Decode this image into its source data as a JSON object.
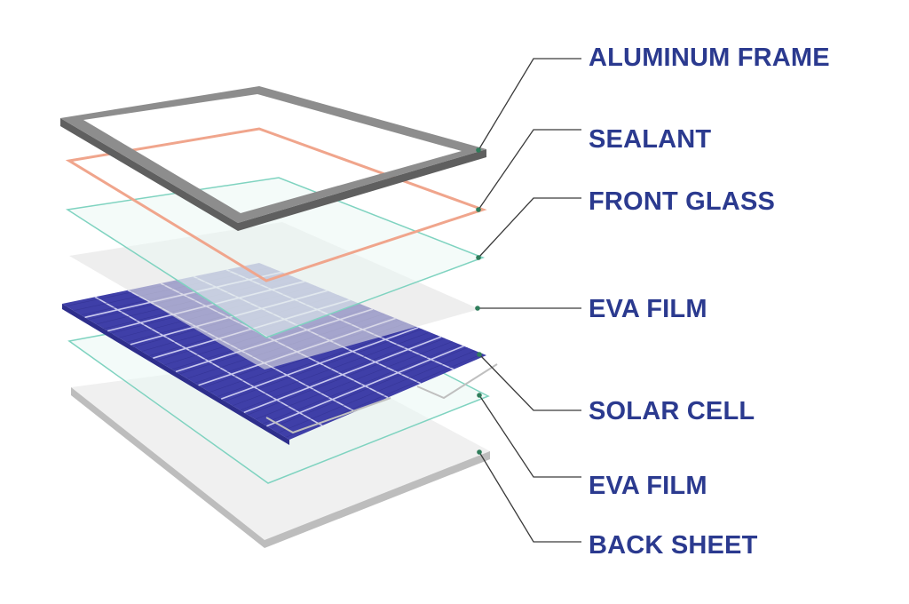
{
  "colors": {
    "label_text": "#2b3a8f",
    "leader_line": "#3a3a3a",
    "leader_dot": "#2f7d5b",
    "frame_top": "#8d8d8d",
    "frame_side": "#5f5f5f",
    "sealant": "#f0a58c",
    "glass_fill": "#e9f7f4",
    "glass_edge": "#7fd3c0",
    "eva_fill": "#e3e3e3",
    "cell_fill": "#3f3fa8",
    "cell_dark": "#2e2e8c",
    "cell_grid": "#c9c9ee",
    "back_sheet_top": "#f0f0f0",
    "back_sheet_edge": "#bdbdbd"
  },
  "layers": [
    {
      "id": "aluminum-frame",
      "label": "ALUMINUM FRAME"
    },
    {
      "id": "sealant",
      "label": "SEALANT"
    },
    {
      "id": "front-glass",
      "label": "FRONT GLASS"
    },
    {
      "id": "eva-film-top",
      "label": "EVA FILM"
    },
    {
      "id": "solar-cell",
      "label": "SOLAR CELL"
    },
    {
      "id": "eva-film-bottom",
      "label": "EVA FILM"
    },
    {
      "id": "back-sheet",
      "label": "BACK SHEET"
    }
  ]
}
